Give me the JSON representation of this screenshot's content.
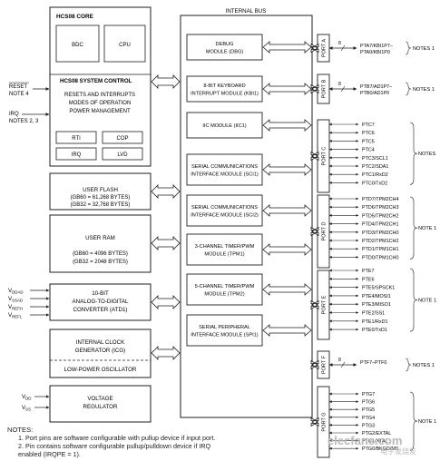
{
  "core": {
    "title": "HCS08 CORE",
    "bdc": "BDC",
    "cpu": "CPU"
  },
  "sysctrl": {
    "title": "HCS08 SYSTEM CONTROL",
    "desc": [
      "RESETS AND INTERRUPTS",
      "MODES OF OPERATION",
      "POWER MANAGEMENT"
    ],
    "rti": "RTI",
    "cop": "COP",
    "irq": "IRQ",
    "lvd": "LVD"
  },
  "left_pins": {
    "reset": "RESET",
    "note4": "NOTE 4",
    "irq": "IRQ",
    "irq_notes": "NOTES 2, 3"
  },
  "flash": {
    "title": "USER FLASH",
    "l1": "(GB60 = 61,268 BYTES)",
    "l2": "(GB32 = 32,768 BYTES)"
  },
  "ram": {
    "title": "USER RAM",
    "l1": "(GB60 = 4096 BYTES)",
    "l2": "(GB32 = 2048 BYTES)"
  },
  "atd": {
    "l1": "10-BIT",
    "l2": "ANALOG-TO-DIGITAL",
    "l3": "CONVERTER (ATD1)"
  },
  "atd_pins": [
    "V",
    "V",
    "V",
    "V"
  ],
  "atd_pin_subs": [
    "DDAD",
    "SSAD",
    "REFH",
    "REFL"
  ],
  "icg": {
    "l1": "INTERNAL CLOCK",
    "l2": "GENERATOR (ICG)",
    "osc": "LOW-POWER OSCILLATOR"
  },
  "vreg": {
    "l1": "VOLTAGE",
    "l2": "REGULATOR"
  },
  "vreg_pins": [
    "V",
    "V"
  ],
  "vreg_pin_subs": [
    "DD",
    "SS"
  ],
  "bus_title": "INTERNAL BUS",
  "modules": [
    [
      "DEBUG",
      "MODULE (DBG)"
    ],
    [
      "8-BIT KEYBOARD",
      "INTERRUPT MODULE (KBI1)"
    ],
    [
      "IIC MODULE (IIC1)"
    ],
    [
      "SERIAL COMMUNICATIONS",
      "INTERFACE MODULE (SCI1)"
    ],
    [
      "SERIAL COMMUNICATIONS",
      "INTERFACE MODULE (SCI2)"
    ],
    [
      "3-CHANNEL TIMER/PWM",
      "MODULE (TPM1)"
    ],
    [
      "5-CHANNEL TIMER/PWM",
      "MODULE (TPM2)"
    ],
    [
      "SERIAL PERIPHERAL",
      "INTERFACE MODULE (SPI1)"
    ]
  ],
  "ports": [
    "PORT A",
    "PORT B",
    "PORT C",
    "PORT D",
    "PORT E",
    "PORT F",
    "PORT G"
  ],
  "port_bus_width": "8",
  "pins": {
    "a": [
      "PTA7/KBI1P7–",
      "PTA0/KBI1P0"
    ],
    "b": [
      "PTB7/AD1P7–",
      "PTB0/AD1P0"
    ],
    "c": [
      "PTC7",
      "PTC6",
      "PTC5",
      "PTC4",
      "PTC3/SCL1",
      "PTC2/SDA1",
      "PTC1/RxD2",
      "PTC0/TxD2"
    ],
    "d": [
      "PTD7/TPM2CH4",
      "PTD6/TPM2CH3",
      "PTD5/TPM2CH2",
      "PTD4/TPM2CH1",
      "PTD3/TPM2CH0",
      "PTD2/TPM1CH2",
      "PTD1/TPM1CH1",
      "PTD0/TPM1CH0"
    ],
    "e": [
      "PTE7",
      "PTE6",
      "PTE5/SPSCK1",
      "PTE4/MOSI1",
      "PTE3/MISO1",
      "PTE2/SS1",
      "PTE1/RxD1",
      "PTE0/TxD1"
    ],
    "f": [
      "PTF7–PTF0"
    ],
    "g": [
      "PTG7",
      "PTG6",
      "PTG5",
      "PTG4",
      "PTG3",
      "PTG2/EXTAL",
      "PTG1/XTAL",
      "PTG0/BKGD/MS"
    ]
  },
  "port_notes": {
    "a": "NOTES 1",
    "b": "NOTES 1",
    "c": "NOTES",
    "d": "NOTE 1",
    "e": "NOTE 1",
    "f": "NOTES 1",
    "g": "NOTE 1"
  },
  "notes": {
    "heading": "NOTES:",
    "items": [
      "1. Port pins are software configurable with pullup device if input port.",
      "2. Pin contains software configurable pullup/pulldown device if IRQ",
      "   enabled (IRQPE = 1)."
    ]
  },
  "watermark": {
    "text": "elecfans.com",
    "sub": "电子发烧友"
  },
  "colors": {
    "line": "#1e1e1e",
    "bg": "#ffffff",
    "wm": "#b8b8b8"
  }
}
